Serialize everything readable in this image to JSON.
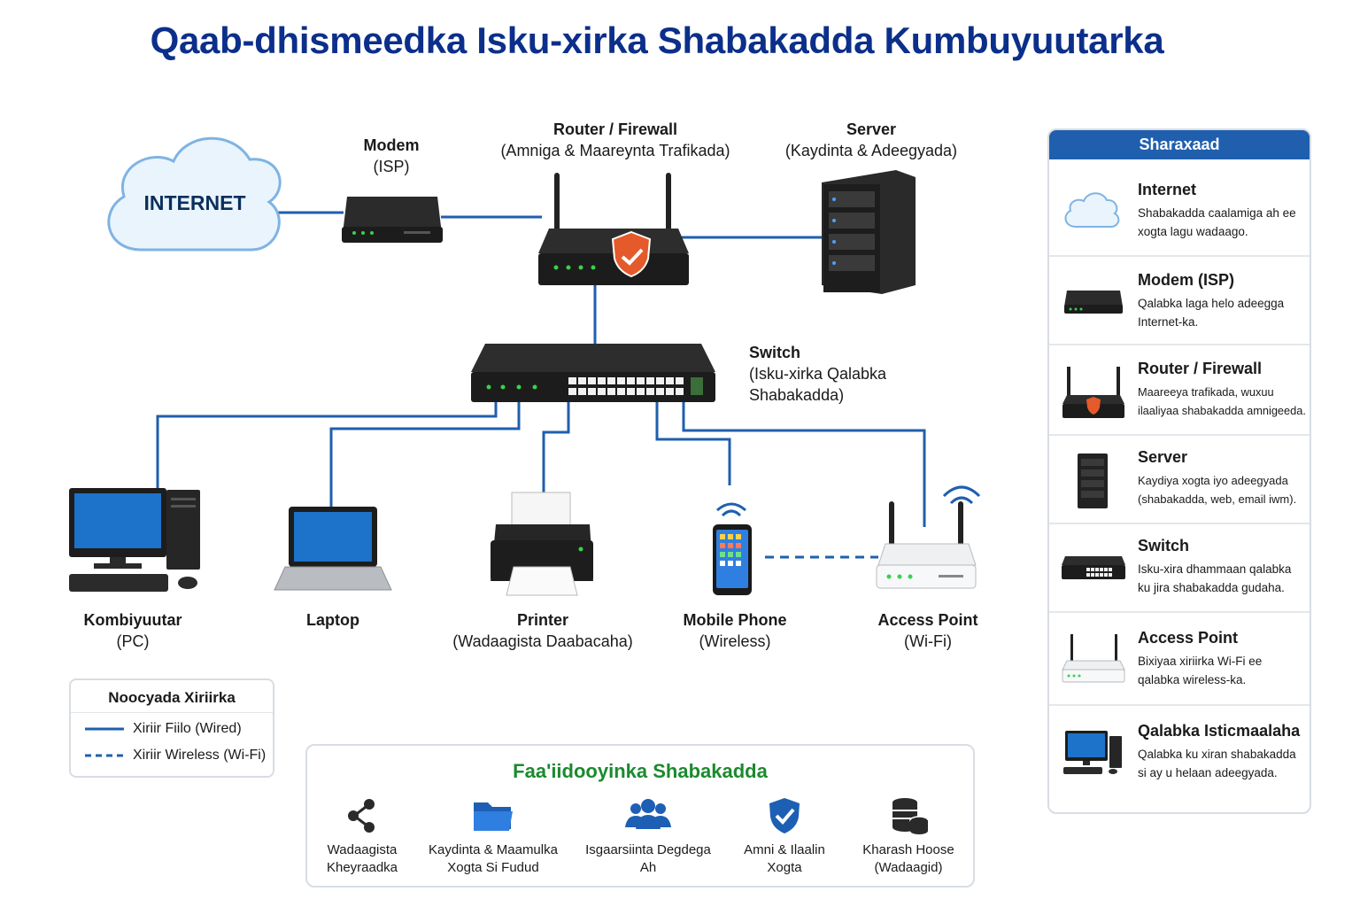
{
  "title": "Qaab-dhismeedka Isku-xirka Shabakadda Kumbuyuutarka",
  "colors": {
    "title": "#0b2f8a",
    "wire": "#1f5fae",
    "benefits_title": "#1b8a2e",
    "legend_header": "#1f5fae"
  },
  "nodes": {
    "internet": {
      "label": "INTERNET"
    },
    "modem": {
      "name": "Modem",
      "sub": "(ISP)"
    },
    "router": {
      "name": "Router / Firewall",
      "sub": "(Amniga & Maareynta Trafikada)"
    },
    "server": {
      "name": "Server",
      "sub": "(Kaydinta & Adeegyada)"
    },
    "switch": {
      "name": "Switch",
      "sub1": "(Isku-xirka Qalabka",
      "sub2": "Shabakadda)"
    },
    "pc": {
      "name": "Kombiyuutar",
      "sub": "(PC)"
    },
    "laptop": {
      "name": "Laptop"
    },
    "printer": {
      "name": "Printer",
      "sub": "(Wadaagista Daabacaha)"
    },
    "phone": {
      "name": "Mobile Phone",
      "sub": "(Wireless)"
    },
    "ap": {
      "name": "Access Point",
      "sub": "(Wi-Fi)"
    }
  },
  "connection_types": {
    "title": "Noocyada Xiriirka",
    "wired": "Xiriir Fiilo (Wired)",
    "wireless": "Xiriir Wireless (Wi-Fi)"
  },
  "benefits": {
    "title": "Faa'iidooyinka Shabakadda",
    "items": [
      {
        "icon": "share-icon",
        "line1": "Wadaagista",
        "line2": "Kheyraadka"
      },
      {
        "icon": "folder-icon",
        "line1": "Kaydinta & Maamulka",
        "line2": "Xogta Si Fudud"
      },
      {
        "icon": "users-icon",
        "line1": "Isgaarsiinta Degdega",
        "line2": "Ah"
      },
      {
        "icon": "shield-check-icon",
        "line1": "Amni & Ilaalin",
        "line2": "Xogta"
      },
      {
        "icon": "database-icon",
        "line1": "Kharash Hoose",
        "line2": "(Wadaagid)"
      }
    ]
  },
  "legend": {
    "title": "Sharaxaad",
    "items": [
      {
        "icon": "cloud-icon",
        "name": "Internet",
        "d1": "Shabakadda caalamiga ah ee",
        "d2": "xogta lagu wadaago."
      },
      {
        "icon": "modem-icon",
        "name": "Modem (ISP)",
        "d1": "Qalabka laga helo adeegga",
        "d2": "Internet-ka."
      },
      {
        "icon": "router-icon",
        "name": "Router / Firewall",
        "d1": "Maareeya trafikada, wuxuu",
        "d2": "ilaaliyaa shabakadda amnigeeda."
      },
      {
        "icon": "server-icon",
        "name": "Server",
        "d1": "Kaydiya xogta iyo adeegyada",
        "d2": "(shabakadda, web, email iwm)."
      },
      {
        "icon": "switch-icon",
        "name": "Switch",
        "d1": "Isku-xira dhammaan qalabka",
        "d2": "ku jira shabakadda gudaha."
      },
      {
        "icon": "access-point-icon",
        "name": "Access Point",
        "d1": "Bixiyaa xiriirka Wi-Fi ee",
        "d2": "qalabka wireless-ka."
      },
      {
        "icon": "computer-icon",
        "name": "Qalabka Isticmaalaha",
        "d1": "Qalabka ku xiran shabakadda",
        "d2": "si ay u helaan adeegyada."
      }
    ]
  }
}
